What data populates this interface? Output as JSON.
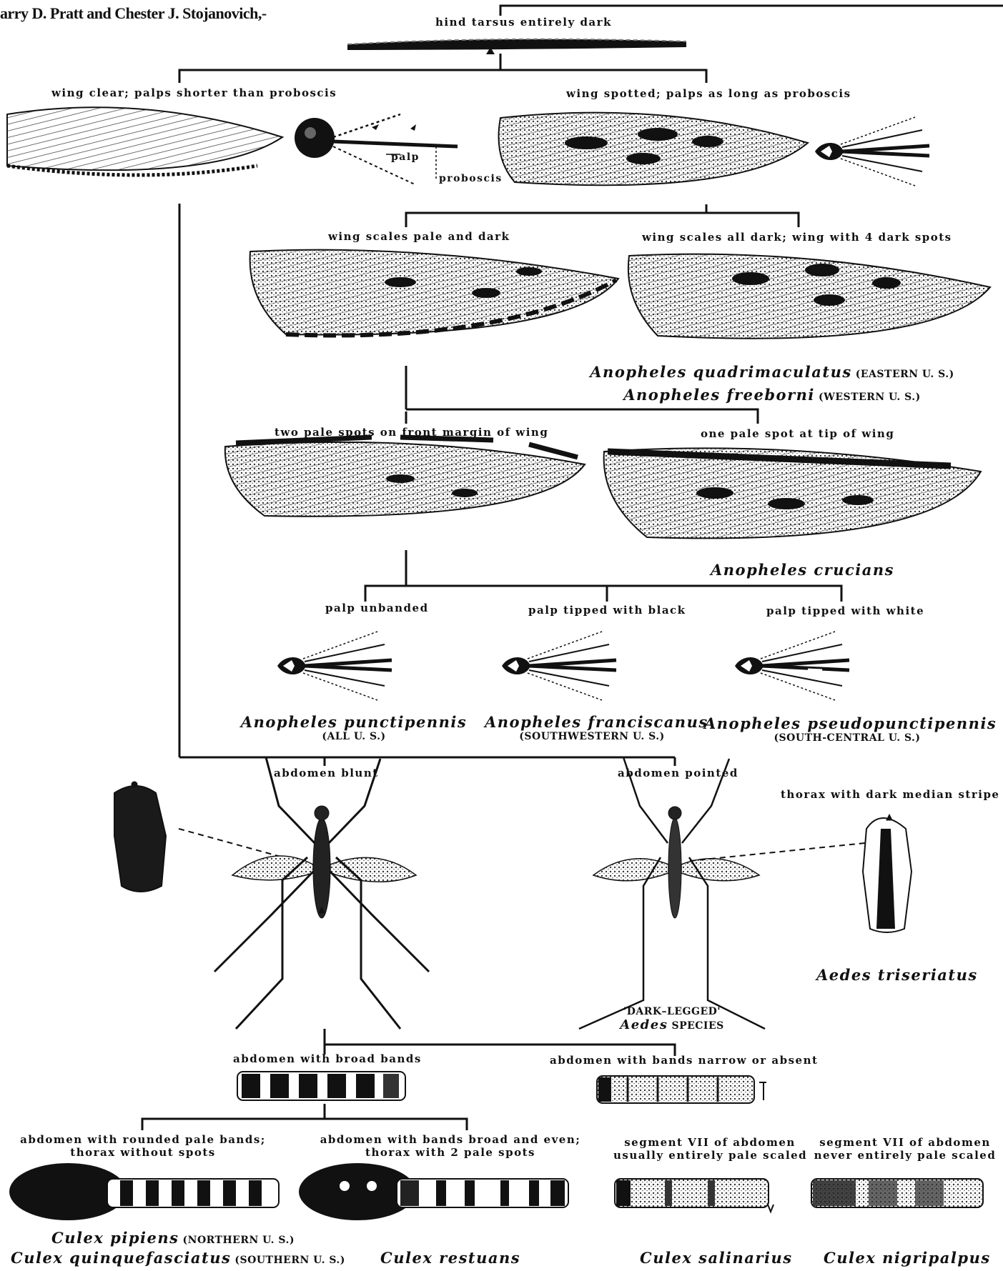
{
  "header": {
    "authors": "arry D. Pratt and Chester J. Stojanovich,-"
  },
  "labels": {
    "hind_tarsus": "hind tarsus entirely dark",
    "wing_clear": "wing clear; palps shorter than proboscis",
    "wing_spotted": "wing spotted; palps as long as proboscis",
    "palp": "palp",
    "proboscis": "proboscis",
    "scales_pale_dark": "wing scales pale and dark",
    "scales_all_dark": "wing scales all dark; wing with 4 dark spots",
    "two_pale_spots": "two pale spots on front margin of wing",
    "one_pale_spot": "one pale spot at tip of wing",
    "palp_unbanded": "palp unbanded",
    "palp_black": "palp tipped with black",
    "palp_white": "palp tipped with white",
    "abdomen_blunt": "abdomen blunt",
    "abdomen_pointed": "abdomen pointed",
    "thorax_stripe": "thorax with dark median stripe",
    "dark_legged": "'DARK–LEGGED'",
    "broad_bands": "abdomen with broad bands",
    "narrow_bands": "abdomen with bands narrow or absent",
    "rounded_bands_1": "abdomen with rounded pale bands;",
    "rounded_bands_2": "thorax without spots",
    "broad_even_1": "abdomen with bands broad and even;",
    "broad_even_2": "thorax with 2 pale spots",
    "seg7_pale_1": "segment VII of abdomen",
    "seg7_pale_2": "usually entirely pale scaled",
    "seg7_never_1": "segment VII of abdomen",
    "seg7_never_2": "never entirely pale scaled"
  },
  "species": {
    "quadrimaculatus": {
      "name": "Anopheles quadrimaculatus",
      "region": "(EASTERN U. S.)"
    },
    "freeborni": {
      "name": "Anopheles freeborni",
      "region": "(WESTERN U. S.)"
    },
    "crucians": {
      "name": "Anopheles crucians"
    },
    "punctipennis": {
      "name": "Anopheles punctipennis",
      "region": "(ALL U. S.)"
    },
    "franciscanus": {
      "name": "Anopheles franciscanus",
      "region": "(SOUTHWESTERN U. S.)"
    },
    "pseudopunctipennis": {
      "name": "Anopheles pseudopunctipennis",
      "region": "(SOUTH-CENTRAL U. S.)"
    },
    "triseriatus": {
      "name": "Aedes triseriatus"
    },
    "aedes_species": {
      "genus": "Aedes",
      "rest": "SPECIES"
    },
    "pipiens": {
      "name": "Culex pipiens",
      "region": "(NORTHERN U. S.)"
    },
    "quinquefasciatus": {
      "name": "Culex quinquefasciatus",
      "region": "(SOUTHERN U. S.)"
    },
    "restuans": {
      "name": "Culex restuans"
    },
    "salinarius": {
      "name": "Culex salinarius"
    },
    "nigripalpus": {
      "name": "Culex nigripalpus"
    }
  }
}
